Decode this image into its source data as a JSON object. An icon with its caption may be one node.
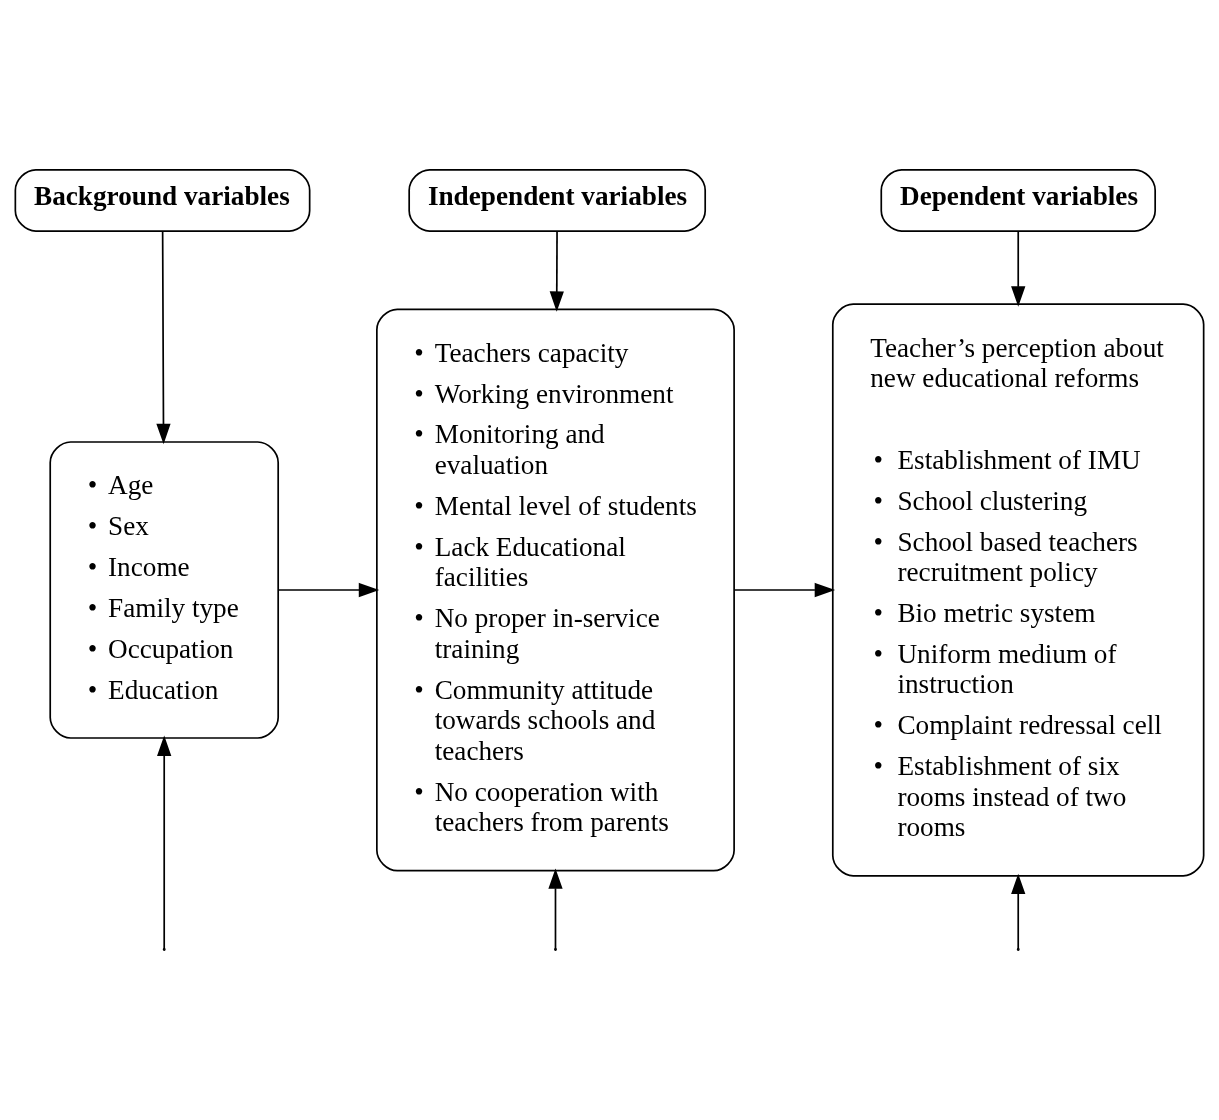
{
  "diagram": {
    "nodes": [
      {
        "text": [
          "Background variables"
        ]
      },
      {
        "text": [
          "Independent variables"
        ]
      },
      {
        "text": [
          "Dependent variables"
        ]
      },
      {
        "text": [
          "• Age",
          "• Sex",
          "• Income",
          "• Family type",
          "• Occupation",
          "• Education"
        ]
      },
      {
        "text": [
          "• Teachers capacity",
          "• Working environment",
          "• Monitoring and evaluation",
          "• Mental level of students",
          "• Lack Educational facilities",
          "• No proper in-service training",
          "• Community attitude towards schools and teachers",
          "• No cooperation with teachers from parents"
        ]
      },
      {
        "text": [
          "Teacher’s perception about new educational reforms",
          "• Establishment of IMU",
          "• School clustering",
          "• School based teachers recruitment policy",
          "• Bio metric system",
          "• Uniform medium of instruction",
          "• Complaint redressal cell",
          "• Establishment of six rooms instead of two rooms"
        ]
      }
    ],
    "edges": [
      {
        "from": 0,
        "to": 3,
        "arrow": "to"
      },
      {
        "from": 1,
        "to": 4,
        "arrow": "to"
      },
      {
        "from": 2,
        "to": 5,
        "arrow": "to"
      },
      {
        "from": 3,
        "to": 4,
        "arrow": "to"
      },
      {
        "from": 4,
        "to": 5,
        "arrow": "to"
      },
      {
        "from": null,
        "to": 3,
        "arrow": "to"
      },
      {
        "from": null,
        "to": 4,
        "arrow": "to"
      },
      {
        "from": null,
        "to": 5,
        "arrow": "to"
      }
    ]
  }
}
